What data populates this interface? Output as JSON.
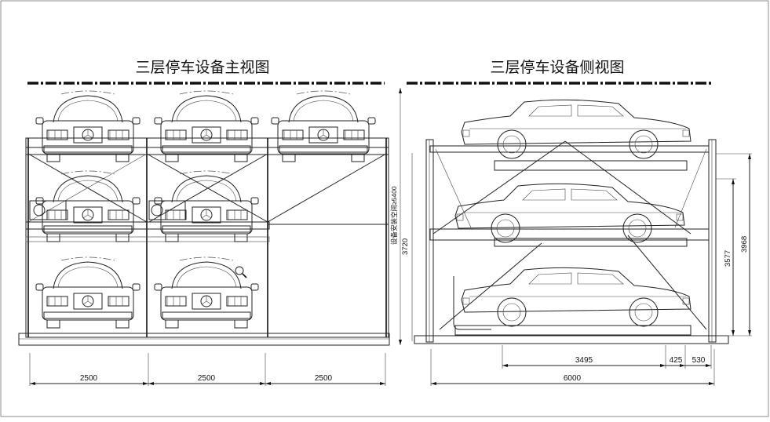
{
  "front_view": {
    "title": "三层停车设备主视图",
    "dims": [
      "2500",
      "2500",
      "2500"
    ]
  },
  "side_view": {
    "title": "三层停车设备侧视图",
    "dims": {
      "total_length": "6000",
      "platform_length": "3495",
      "gap_a": "425",
      "gap_b": "530",
      "height_total": "3968",
      "height_mid": "3577"
    }
  },
  "shared_dims": {
    "height_left": "3720",
    "note": "设备安装空间≥5400"
  }
}
